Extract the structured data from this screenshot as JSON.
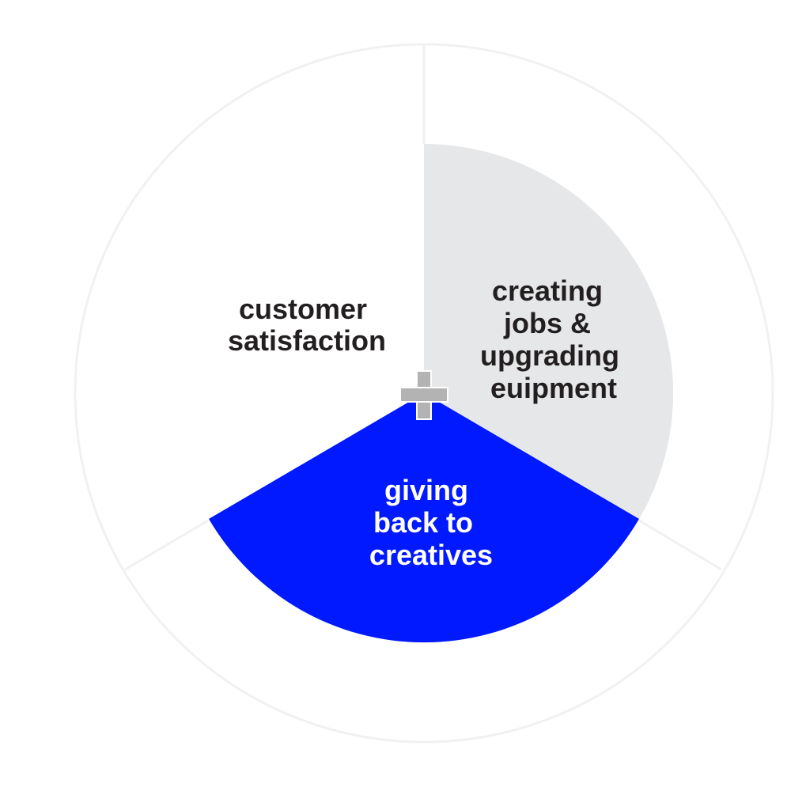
{
  "diagram": {
    "segments": [
      {
        "id": "customer-satisfaction",
        "lines": [
          "customer",
          "satisfaction"
        ],
        "fill": "#ffffff",
        "text_color": "#231f20"
      },
      {
        "id": "creating-jobs",
        "lines": [
          "creating",
          "jobs &",
          "upgrading",
          "euipment"
        ],
        "fill": "#e6e7e8",
        "text_color": "#231f20"
      },
      {
        "id": "giving-back",
        "lines": [
          "giving",
          "back to",
          "creatives"
        ],
        "fill": "#0019ff",
        "text_color": "#ffffff"
      }
    ],
    "outline_color": "#f1f1f2",
    "center_icon": "plus-icon",
    "center_icon_color": "#b3b3b3"
  }
}
